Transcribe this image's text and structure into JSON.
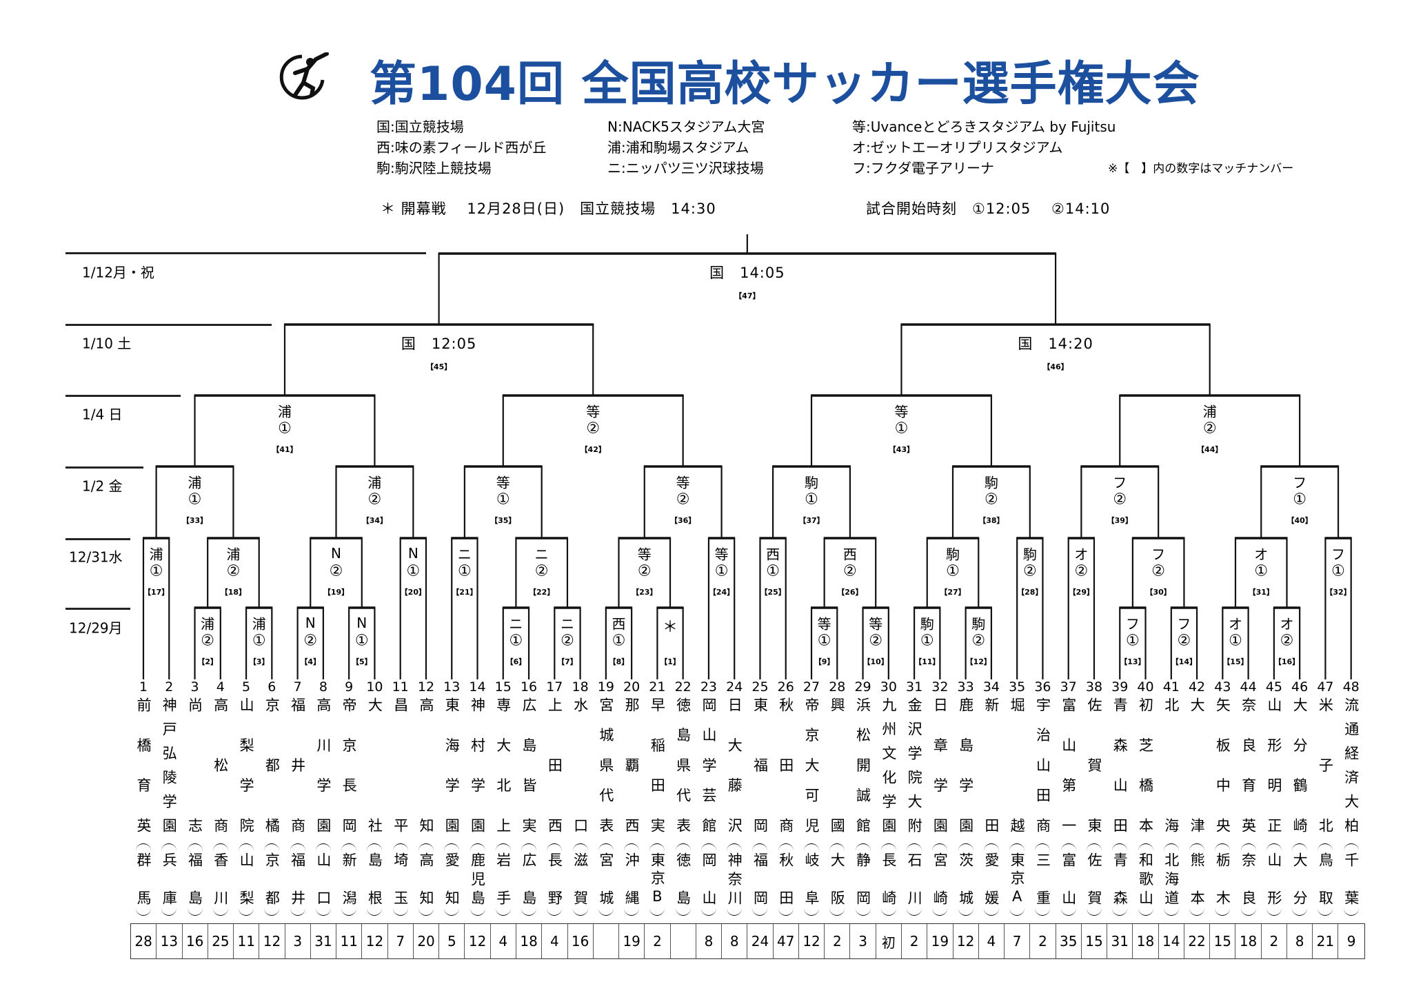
{
  "header": {
    "title": "第104回 全国高校サッカー選手権大会",
    "logo_icon": "soccer-player-logo"
  },
  "legend": [
    [
      "国:国立競技場",
      "西:味の素フィールド西が丘",
      "駒:駒沢陸上競技場"
    ],
    [
      "N:NACK5スタジアム大宮",
      "浦:浦和駒場スタジアム",
      "ニ:ニッパツ三ツ沢球技場"
    ],
    [
      "等:Uvanceとどろきスタジアム by Fujitsu",
      "オ:ゼットエーオリプリスタジアム",
      "フ:フクダ電子アリーナ"
    ]
  ],
  "note": "※【　】内の数字はマッチナンバー",
  "opening": "＊ 開幕戦　 12月28日(日)　国立競技場　14:30",
  "start_times": "試合開始時刻　①12:05　 ②14:10",
  "rounds": [
    {
      "date": "12/29月"
    },
    {
      "date": "12/31水"
    },
    {
      "date": "1/2 金"
    },
    {
      "date": "1/4 日"
    },
    {
      "date": "1/10 土"
    },
    {
      "date": "1/12月・祝"
    }
  ],
  "matches": [
    {
      "no": 1,
      "round": 0,
      "a": "t21",
      "b": "t22",
      "venue": "",
      "slot": "＊"
    },
    {
      "no": 2,
      "round": 0,
      "a": "t3",
      "b": "t4",
      "venue": "浦",
      "slot": "②"
    },
    {
      "no": 3,
      "round": 0,
      "a": "t5",
      "b": "t6",
      "venue": "浦",
      "slot": "①"
    },
    {
      "no": 4,
      "round": 0,
      "a": "t7",
      "b": "t8",
      "venue": "N",
      "slot": "②"
    },
    {
      "no": 5,
      "round": 0,
      "a": "t9",
      "b": "t10",
      "venue": "N",
      "slot": "①"
    },
    {
      "no": 6,
      "round": 0,
      "a": "t15",
      "b": "t16",
      "venue": "ニ",
      "slot": "①"
    },
    {
      "no": 7,
      "round": 0,
      "a": "t17",
      "b": "t18",
      "venue": "ニ",
      "slot": "②"
    },
    {
      "no": 8,
      "round": 0,
      "a": "t19",
      "b": "t20",
      "venue": "西",
      "slot": "①"
    },
    {
      "no": 9,
      "round": 0,
      "a": "t27",
      "b": "t28",
      "venue": "等",
      "slot": "①"
    },
    {
      "no": 10,
      "round": 0,
      "a": "t29",
      "b": "t30",
      "venue": "等",
      "slot": "②"
    },
    {
      "no": 11,
      "round": 0,
      "a": "t31",
      "b": "t32",
      "venue": "駒",
      "slot": "①"
    },
    {
      "no": 12,
      "round": 0,
      "a": "t33",
      "b": "t34",
      "venue": "駒",
      "slot": "②"
    },
    {
      "no": 13,
      "round": 0,
      "a": "t39",
      "b": "t40",
      "venue": "フ",
      "slot": "①"
    },
    {
      "no": 14,
      "round": 0,
      "a": "t41",
      "b": "t42",
      "venue": "フ",
      "slot": "②"
    },
    {
      "no": 15,
      "round": 0,
      "a": "t43",
      "b": "t44",
      "venue": "オ",
      "slot": "①"
    },
    {
      "no": 16,
      "round": 0,
      "a": "t45",
      "b": "t46",
      "venue": "オ",
      "slot": "②"
    },
    {
      "no": 17,
      "round": 1,
      "a": "t1",
      "b": "t2",
      "venue": "浦",
      "slot": "①"
    },
    {
      "no": 18,
      "round": 1,
      "a": "m2",
      "b": "m3",
      "venue": "浦",
      "slot": "②"
    },
    {
      "no": 19,
      "round": 1,
      "a": "m4",
      "b": "m5",
      "venue": "N",
      "slot": "②"
    },
    {
      "no": 20,
      "round": 1,
      "a": "t11",
      "b": "t12",
      "venue": "N",
      "slot": "①"
    },
    {
      "no": 21,
      "round": 1,
      "a": "t13",
      "b": "t14",
      "venue": "ニ",
      "slot": "①"
    },
    {
      "no": 22,
      "round": 1,
      "a": "m6",
      "b": "m7",
      "venue": "ニ",
      "slot": "②"
    },
    {
      "no": 23,
      "round": 1,
      "a": "m8",
      "b": "m1",
      "venue": "等",
      "slot": "②"
    },
    {
      "no": 24,
      "round": 1,
      "a": "t23",
      "b": "t24",
      "venue": "等",
      "slot": "①"
    },
    {
      "no": 25,
      "round": 1,
      "a": "t25",
      "b": "t26",
      "venue": "西",
      "slot": "①"
    },
    {
      "no": 26,
      "round": 1,
      "a": "m9",
      "b": "m10",
      "venue": "西",
      "slot": "②"
    },
    {
      "no": 27,
      "round": 1,
      "a": "m11",
      "b": "m12",
      "venue": "駒",
      "slot": "①"
    },
    {
      "no": 28,
      "round": 1,
      "a": "t35",
      "b": "t36",
      "venue": "駒",
      "slot": "②"
    },
    {
      "no": 29,
      "round": 1,
      "a": "t37",
      "b": "t38",
      "venue": "オ",
      "slot": "②"
    },
    {
      "no": 30,
      "round": 1,
      "a": "m13",
      "b": "m14",
      "venue": "フ",
      "slot": "②"
    },
    {
      "no": 31,
      "round": 1,
      "a": "m15",
      "b": "m16",
      "venue": "オ",
      "slot": "①"
    },
    {
      "no": 32,
      "round": 1,
      "a": "t47",
      "b": "t48",
      "venue": "フ",
      "slot": "①"
    },
    {
      "no": 33,
      "round": 2,
      "a": "m17",
      "b": "m18",
      "venue": "浦",
      "slot": "①"
    },
    {
      "no": 34,
      "round": 2,
      "a": "m19",
      "b": "m20",
      "venue": "浦",
      "slot": "②"
    },
    {
      "no": 35,
      "round": 2,
      "a": "m21",
      "b": "m22",
      "venue": "等",
      "slot": "①"
    },
    {
      "no": 36,
      "round": 2,
      "a": "m23",
      "b": "m24",
      "venue": "等",
      "slot": "②"
    },
    {
      "no": 37,
      "round": 2,
      "a": "m25",
      "b": "m26",
      "venue": "駒",
      "slot": "①"
    },
    {
      "no": 38,
      "round": 2,
      "a": "m27",
      "b": "m28",
      "venue": "駒",
      "slot": "②"
    },
    {
      "no": 39,
      "round": 2,
      "a": "m29",
      "b": "m30",
      "venue": "フ",
      "slot": "②"
    },
    {
      "no": 40,
      "round": 2,
      "a": "m31",
      "b": "m32",
      "venue": "フ",
      "slot": "①"
    },
    {
      "no": 41,
      "round": 3,
      "a": "m33",
      "b": "m34",
      "venue": "浦",
      "slot": "①"
    },
    {
      "no": 42,
      "round": 3,
      "a": "m35",
      "b": "m36",
      "venue": "等",
      "slot": "②"
    },
    {
      "no": 43,
      "round": 3,
      "a": "m37",
      "b": "m38",
      "venue": "等",
      "slot": "①"
    },
    {
      "no": 44,
      "round": 3,
      "a": "m39",
      "b": "m40",
      "venue": "浦",
      "slot": "②"
    },
    {
      "no": 45,
      "round": 4,
      "a": "m41",
      "b": "m42",
      "venue": "国",
      "time": "12:05"
    },
    {
      "no": 46,
      "round": 4,
      "a": "m43",
      "b": "m44",
      "venue": "国",
      "time": "14:20"
    },
    {
      "no": 47,
      "round": 5,
      "a": "m45",
      "b": "m46",
      "venue": "国",
      "time": "14:05"
    }
  ],
  "teams": [
    {
      "no": 1,
      "name": "前橋育英",
      "pref": "群馬",
      "apps": "28"
    },
    {
      "no": 2,
      "name": "神戸弘陵学園",
      "pref": "兵庫",
      "apps": "13"
    },
    {
      "no": 3,
      "name": "尚志",
      "pref": "福島",
      "apps": "16"
    },
    {
      "no": 4,
      "name": "高松商",
      "pref": "香川",
      "apps": "25"
    },
    {
      "no": 5,
      "name": "山梨学院",
      "pref": "山梨",
      "apps": "11"
    },
    {
      "no": 6,
      "name": "京都橘",
      "pref": "京都",
      "apps": "12"
    },
    {
      "no": 7,
      "name": "福井商",
      "pref": "福井",
      "apps": "3"
    },
    {
      "no": 8,
      "name": "高川学園",
      "pref": "山口",
      "apps": "31"
    },
    {
      "no": 9,
      "name": "帝京長岡",
      "pref": "新潟",
      "apps": "11"
    },
    {
      "no": 10,
      "name": "大社",
      "pref": "島根",
      "apps": "12"
    },
    {
      "no": 11,
      "name": "昌平",
      "pref": "埼玉",
      "apps": "7"
    },
    {
      "no": 12,
      "name": "高知",
      "pref": "高知",
      "apps": "20"
    },
    {
      "no": 13,
      "name": "東海学園",
      "pref": "愛知",
      "apps": "5"
    },
    {
      "no": 14,
      "name": "神村学園",
      "pref": "鹿児島",
      "apps": "12"
    },
    {
      "no": 15,
      "name": "専大北上",
      "pref": "岩手",
      "apps": "4"
    },
    {
      "no": 16,
      "name": "広島皆実",
      "pref": "広島",
      "apps": "18"
    },
    {
      "no": 17,
      "name": "上田西",
      "pref": "長野",
      "apps": "4"
    },
    {
      "no": 18,
      "name": "水口",
      "pref": "滋賀",
      "apps": "16"
    },
    {
      "no": 19,
      "name": "宮城県代表",
      "pref": "宮城",
      "apps": ""
    },
    {
      "no": 20,
      "name": "那覇西",
      "pref": "沖縄",
      "apps": "19"
    },
    {
      "no": 21,
      "name": "早稲田実",
      "pref": "東京B",
      "apps": "2"
    },
    {
      "no": 22,
      "name": "徳島県代表",
      "pref": "徳島",
      "apps": ""
    },
    {
      "no": 23,
      "name": "岡山学芸館",
      "pref": "岡山",
      "apps": "8"
    },
    {
      "no": 24,
      "name": "日大藤沢",
      "pref": "神奈川",
      "apps": "8"
    },
    {
      "no": 25,
      "name": "東福岡",
      "pref": "福岡",
      "apps": "24"
    },
    {
      "no": 26,
      "name": "秋田商",
      "pref": "秋田",
      "apps": "47"
    },
    {
      "no": 27,
      "name": "帝京大可児",
      "pref": "岐阜",
      "apps": "12"
    },
    {
      "no": 28,
      "name": "興國",
      "pref": "大阪",
      "apps": "2"
    },
    {
      "no": 29,
      "name": "浜松開誠館",
      "pref": "静岡",
      "apps": "3"
    },
    {
      "no": 30,
      "name": "九州文化学園",
      "pref": "長崎",
      "apps": "初"
    },
    {
      "no": 31,
      "name": "金沢学院大附",
      "pref": "石川",
      "apps": "2"
    },
    {
      "no": 32,
      "name": "日章学園",
      "pref": "宮崎",
      "apps": "19"
    },
    {
      "no": 33,
      "name": "鹿島学園",
      "pref": "茨城",
      "apps": "12"
    },
    {
      "no": 34,
      "name": "新田",
      "pref": "愛媛",
      "apps": "4"
    },
    {
      "no": 35,
      "name": "堀越",
      "pref": "東京A",
      "apps": "7"
    },
    {
      "no": 36,
      "name": "宇治山田商",
      "pref": "三重",
      "apps": "2"
    },
    {
      "no": 37,
      "name": "富山第一",
      "pref": "富山",
      "apps": "35"
    },
    {
      "no": 38,
      "name": "佐賀東",
      "pref": "佐賀",
      "apps": "15"
    },
    {
      "no": 39,
      "name": "青森山田",
      "pref": "青森",
      "apps": "31"
    },
    {
      "no": 40,
      "name": "初芝橋本",
      "pref": "和歌山",
      "apps": "18"
    },
    {
      "no": 41,
      "name": "北海",
      "pref": "北海道",
      "apps": "14"
    },
    {
      "no": 42,
      "name": "大津",
      "pref": "熊本",
      "apps": "22"
    },
    {
      "no": 43,
      "name": "矢板中央",
      "pref": "栃木",
      "apps": "15"
    },
    {
      "no": 44,
      "name": "奈良育英",
      "pref": "奈良",
      "apps": "18"
    },
    {
      "no": 45,
      "name": "山形明正",
      "pref": "山形",
      "apps": "2"
    },
    {
      "no": 46,
      "name": "大分鶴崎",
      "pref": "大分",
      "apps": "8"
    },
    {
      "no": 47,
      "name": "米子北",
      "pref": "鳥取",
      "apps": "21"
    },
    {
      "no": 48,
      "name": "流通経済大柏",
      "pref": "千葉",
      "apps": "9"
    }
  ]
}
